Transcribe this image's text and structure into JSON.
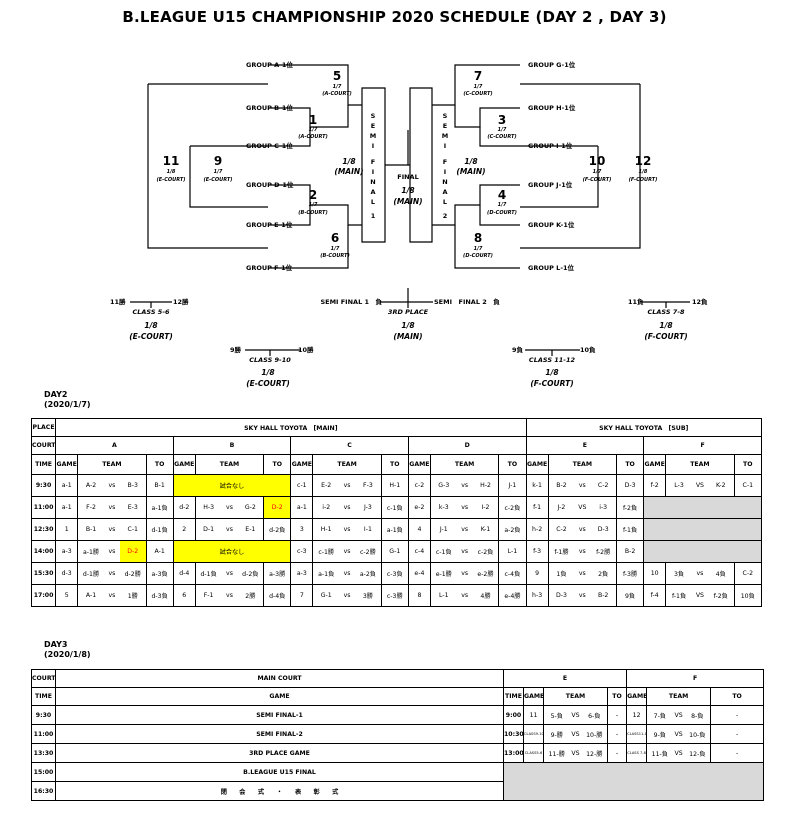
{
  "title": "B.LEAGUE U15 CHAMPIONSHIP 2020 SCHEDULE (DAY 2 , DAY 3)",
  "bracket": {
    "groups_left": [
      "GROUP A-1位",
      "GROUP B-1位",
      "GROUP C-1位",
      "GROUP D-1位",
      "GROUP E-1位",
      "GROUP F-1位"
    ],
    "groups_right": [
      "GROUP G-1位",
      "GROUP H-1位",
      "GROUP I-1位",
      "GROUP J-1位",
      "GROUP K-1位",
      "GROUP L-1位"
    ],
    "games": [
      {
        "num": "5",
        "date": "1/7",
        "court": "(A-COURT)"
      },
      {
        "num": "1",
        "date": "1/7",
        "court": "(A-COURT)"
      },
      {
        "num": "2",
        "date": "1/7",
        "court": "(B-COURT)"
      },
      {
        "num": "6",
        "date": "1/7",
        "court": "(B-COURT)"
      },
      {
        "num": "9",
        "date": "1/7",
        "court": "(E-COURT)"
      },
      {
        "num": "11",
        "date": "1/8",
        "court": "(E-COURT)"
      },
      {
        "num": "7",
        "date": "1/7",
        "court": "(C-COURT)"
      },
      {
        "num": "3",
        "date": "1/7",
        "court": "(C-COURT)"
      },
      {
        "num": "4",
        "date": "1/7",
        "court": "(D-COURT)"
      },
      {
        "num": "8",
        "date": "1/7",
        "court": "(D-COURT)"
      },
      {
        "num": "10",
        "date": "1/7",
        "court": "(F-COURT)"
      },
      {
        "num": "12",
        "date": "1/8",
        "court": "(F-COURT)"
      }
    ],
    "semi_left": {
      "label": "SEMI FINAL 1",
      "date": "1/8",
      "court": "(MAIN)"
    },
    "semi_right": {
      "label": "SEMI FINAL 2",
      "date": "1/8",
      "court": "(MAIN)"
    },
    "final": {
      "label": "FINAL",
      "date": "1/8",
      "court": "(MAIN)"
    },
    "class56": {
      "left": "11勝",
      "right": "12勝",
      "label": "CLASS 5-6",
      "date": "1/8",
      "court": "(E-COURT)"
    },
    "class910": {
      "left": "9勝",
      "right": "10勝",
      "label": "CLASS 9-10",
      "date": "1/8",
      "court": "(E-COURT)"
    },
    "third": {
      "left": "SEMI FINAL 1　負",
      "right": "SEMI　FINAL 2　負",
      "label": "3RD PLACE",
      "date": "1/8",
      "court": "(MAIN)"
    },
    "class78": {
      "left": "11負",
      "right": "12負",
      "label": "CLASS 7-8",
      "date": "1/8",
      "court": "(F-COURT)"
    },
    "class1112": {
      "left": "9負",
      "right": "10負",
      "label": "CLASS 11-12",
      "date": "1/8",
      "court": "(F-COURT)"
    }
  },
  "day2": {
    "label": "DAY2",
    "date": "(2020/1/7)",
    "place_label": "PLACE",
    "court_label": "COURT",
    "time_label": "TIME",
    "venue_main": "SKY HALL TOYOTA　[MAIN]",
    "venue_sub": "SKY HALL TOYOTA　[SUB]",
    "courts": [
      "A",
      "B",
      "C",
      "D",
      "E",
      "F"
    ],
    "col_game": "GAME",
    "col_team": "TEAM",
    "col_to": "TO",
    "no_game": "試合なし",
    "rows": [
      {
        "time": "9:30",
        "cells": [
          [
            "a-1",
            "A-2",
            "vs",
            "B-3",
            "B-1"
          ],
          null,
          [
            "c-1",
            "E-2",
            "vs",
            "F-3",
            "H-1"
          ],
          [
            "c-2",
            "G-3",
            "vs",
            "H-2",
            "J-1"
          ],
          [
            "k-1",
            "B-2",
            "vs",
            "C-2",
            "D-3"
          ],
          [
            "f-2",
            "L-3",
            "VS",
            "K-2",
            "C-1"
          ]
        ]
      },
      {
        "time": "11:00",
        "cells": [
          [
            "a-1",
            "F-2",
            "vs",
            "E-3",
            "a-1負"
          ],
          [
            "d-2",
            "H-3",
            "vs",
            "G-2",
            "D-2"
          ],
          [
            "a-1",
            "i-2",
            "vs",
            "J-3",
            "c-1負"
          ],
          [
            "e-2",
            "k-3",
            "vs",
            "I-2",
            "c-2負"
          ],
          [
            "f-1",
            "J-2",
            "VS",
            "i-3",
            "f-2負"
          ],
          null
        ]
      },
      {
        "time": "12:30",
        "cells": [
          [
            "1",
            "B-1",
            "vs",
            "C-1",
            "d-1負"
          ],
          [
            "2",
            "D-1",
            "vs",
            "E-1",
            "d-2負"
          ],
          [
            "3",
            "H-1",
            "vs",
            "I-1",
            "a-1負"
          ],
          [
            "4",
            "J-1",
            "vs",
            "K-1",
            "a-2負"
          ],
          [
            "h-2",
            "C-2",
            "vs",
            "D-3",
            "f-1負"
          ],
          null
        ]
      },
      {
        "time": "14:00",
        "cells": [
          [
            "a-3",
            "a-1勝",
            "vs",
            "D-2",
            "A-1"
          ],
          null,
          [
            "c-3",
            "c-1勝",
            "vs",
            "c-2勝",
            "G-1"
          ],
          [
            "c-4",
            "c-1負",
            "vs",
            "c-2負",
            "L-1"
          ],
          [
            "f-3",
            "f-1勝",
            "vs",
            "f-2勝",
            "B-2"
          ],
          null
        ]
      },
      {
        "time": "15:30",
        "cells": [
          [
            "d-3",
            "d-1勝",
            "vs",
            "d-2勝",
            "a-3負"
          ],
          [
            "d-4",
            "d-1負",
            "vs",
            "d-2負",
            "a-3勝"
          ],
          [
            "a-3",
            "a-1負",
            "vs",
            "a-2負",
            "c-3負"
          ],
          [
            "e-4",
            "e-1勝",
            "vs",
            "e-2勝",
            "c-4負"
          ],
          [
            "9",
            "1負",
            "vs",
            "2負",
            "f-3勝"
          ],
          [
            "10",
            "3負",
            "vs",
            "4負",
            "C-2"
          ]
        ]
      },
      {
        "time": "17:00",
        "cells": [
          [
            "5",
            "A-1",
            "vs",
            "1勝",
            "d-3負"
          ],
          [
            "6",
            "F-1",
            "vs",
            "2勝",
            "d-4負"
          ],
          [
            "7",
            "G-1",
            "vs",
            "3勝",
            "c-3勝"
          ],
          [
            "8",
            "L-1",
            "vs",
            "4勝",
            "e-4勝"
          ],
          [
            "h-3",
            "D-3",
            "vs",
            "B-2",
            "9負"
          ],
          [
            "f-4",
            "f-1負",
            "VS",
            "f-2負",
            "10負"
          ]
        ]
      }
    ]
  },
  "day3": {
    "label": "DAY3",
    "date": "(2020/1/8)",
    "court_label": "COURT",
    "time_label": "TIME",
    "main_court": "MAIN COURT",
    "game_label": "GAME",
    "court_e": "E",
    "court_f": "F",
    "col_time": "TIME",
    "col_game": "GAME",
    "col_team": "TEAM",
    "col_to": "TO",
    "rows": [
      {
        "time": "9:30",
        "game": "SEMI FINAL-1",
        "e": [
          "9:00",
          "11",
          "5-負",
          "VS",
          "6-負",
          "-"
        ],
        "f": [
          "12",
          "7-負",
          "VS",
          "8-負",
          "-"
        ]
      },
      {
        "time": "11:00",
        "game": "SEMI FINAL-2",
        "e": [
          "10:30",
          "CLASS9-10",
          "9-勝",
          "VS",
          "10-勝",
          "-"
        ],
        "f": [
          "CLASS11-12",
          "9-負",
          "VS",
          "10-負",
          "-"
        ]
      },
      {
        "time": "13:30",
        "game": "3RD PLACE GAME",
        "e": [
          "13:00",
          "CLASS5-6",
          "11-勝",
          "VS",
          "12-勝",
          "-"
        ],
        "f": [
          "CLASS 7-8",
          "11-負",
          "VS",
          "12-負",
          "-"
        ]
      },
      {
        "time": "15:00",
        "game": "B.LEAGUE U15 FINAL"
      },
      {
        "time": "16:30",
        "game": "閉　　会　　式　　・　　表　　彰　　式"
      }
    ]
  }
}
